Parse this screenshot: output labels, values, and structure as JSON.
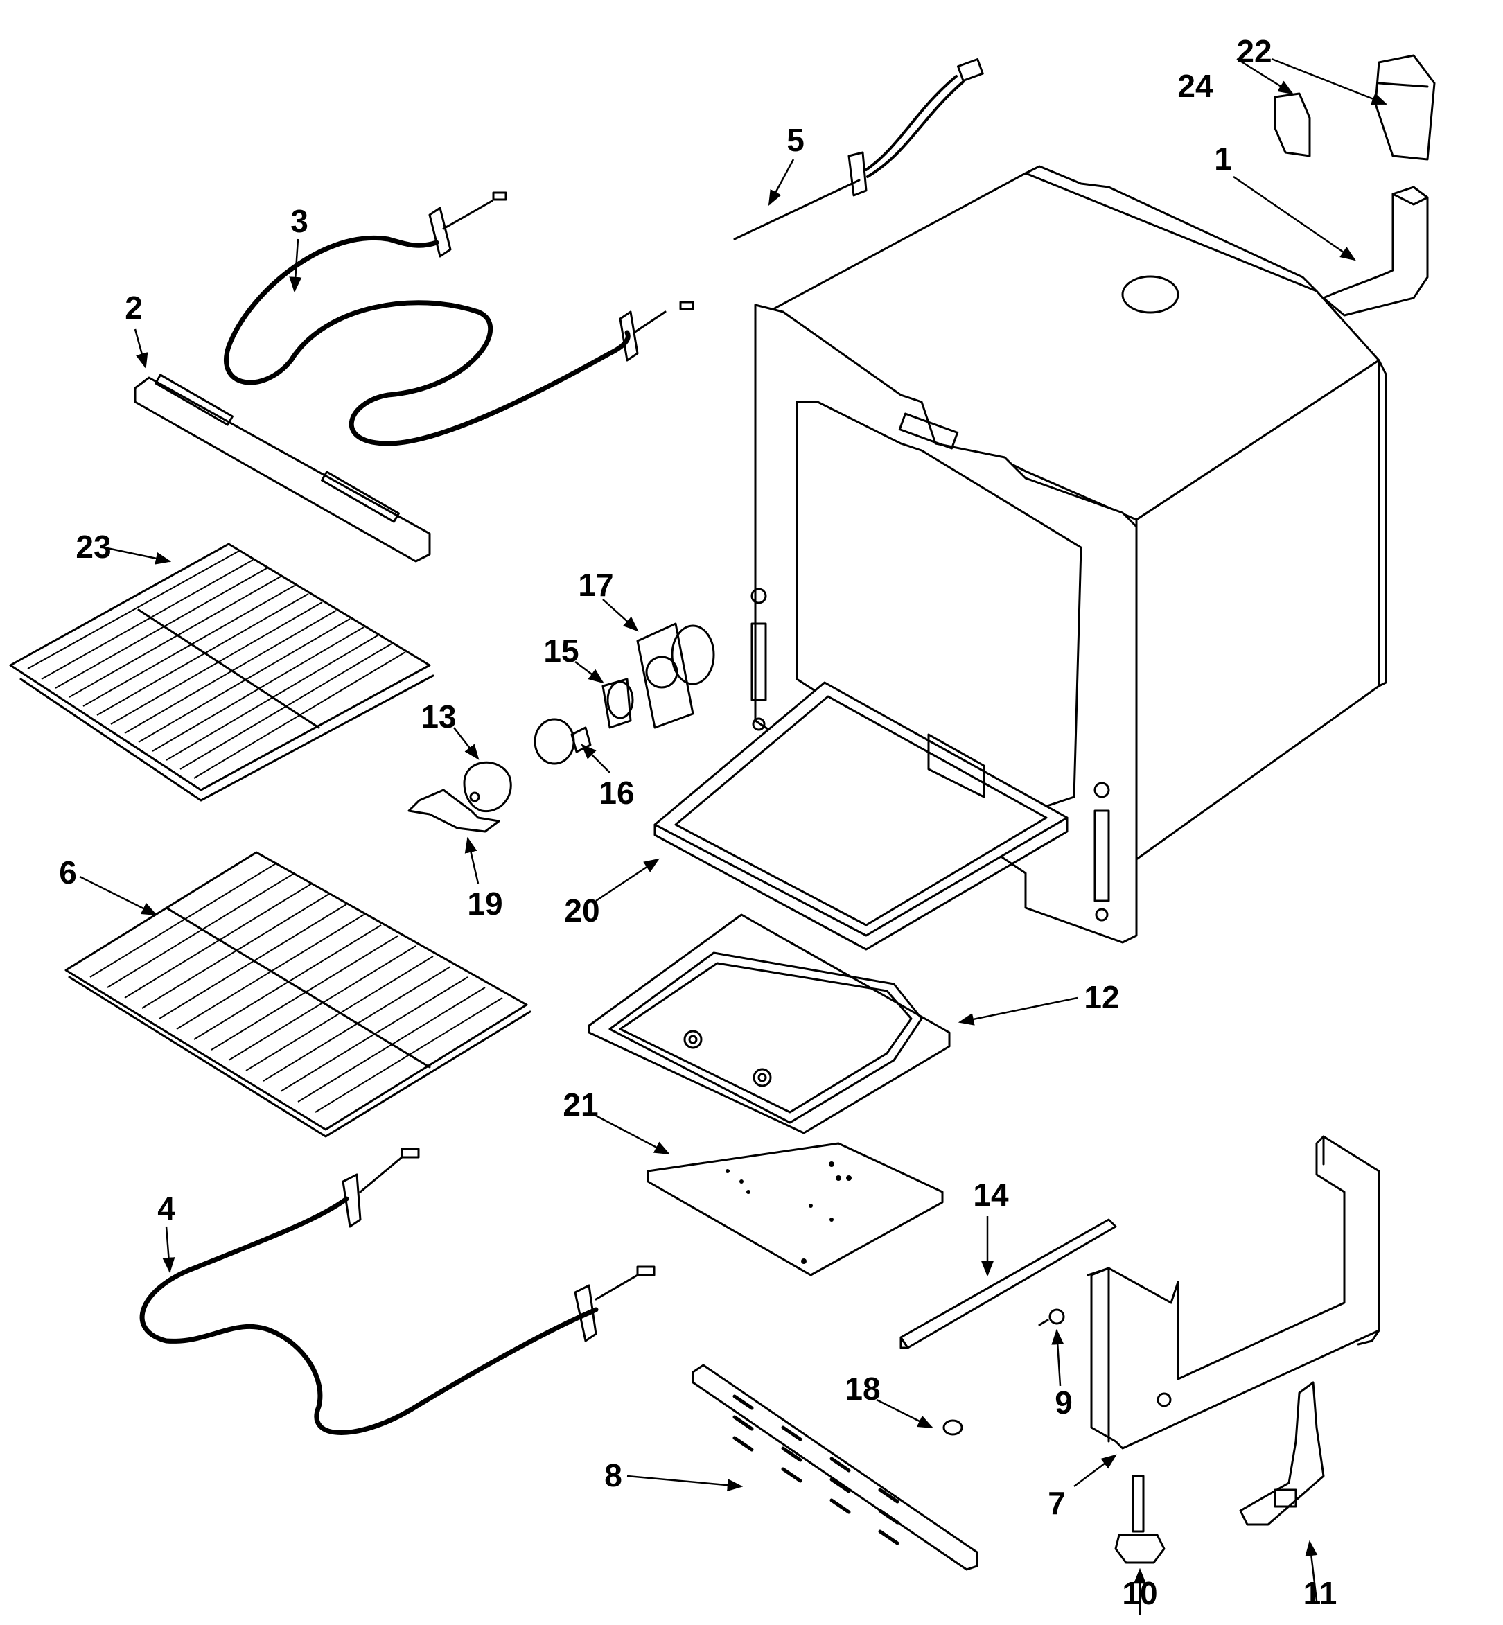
{
  "diagram": {
    "callouts": {
      "p1": "1",
      "p2": "2",
      "p3": "3",
      "p4": "4",
      "p5": "5",
      "p6": "6",
      "p7": "7",
      "p8": "8",
      "p9": "9",
      "p10": "10",
      "p11": "11",
      "p12": "12",
      "p13": "13",
      "p14": "14",
      "p15": "15",
      "p16": "16",
      "p17": "17",
      "p18": "18",
      "p19": "19",
      "p20": "20",
      "p21": "21",
      "p22": "22",
      "p23": "23",
      "p24": "24"
    }
  }
}
